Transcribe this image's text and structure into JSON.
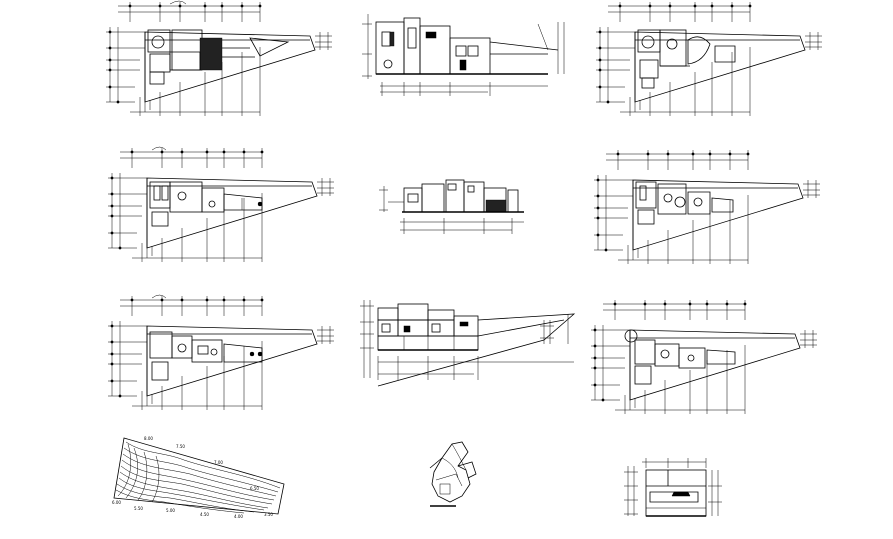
{
  "drawing": {
    "title": "",
    "contour_labels": [
      "8.00",
      "7.50",
      "7.00",
      "6.50",
      "6.00",
      "5.50",
      "5.00",
      "4.50",
      "4.00",
      "3.50"
    ],
    "colors": {
      "line": "#000000",
      "background": "#ffffff"
    }
  },
  "panels": [
    {
      "name": "floor-plan-upper-left"
    },
    {
      "name": "elevation-top-center"
    },
    {
      "name": "floor-plan-upper-right"
    },
    {
      "name": "floor-plan-middle-left"
    },
    {
      "name": "elevation-middle-center"
    },
    {
      "name": "floor-plan-middle-right"
    },
    {
      "name": "floor-plan-lower-left"
    },
    {
      "name": "section-lower-center"
    },
    {
      "name": "floor-plan-lower-right"
    },
    {
      "name": "site-contour-plan"
    },
    {
      "name": "location-key-plan"
    },
    {
      "name": "detail-section-small"
    }
  ]
}
